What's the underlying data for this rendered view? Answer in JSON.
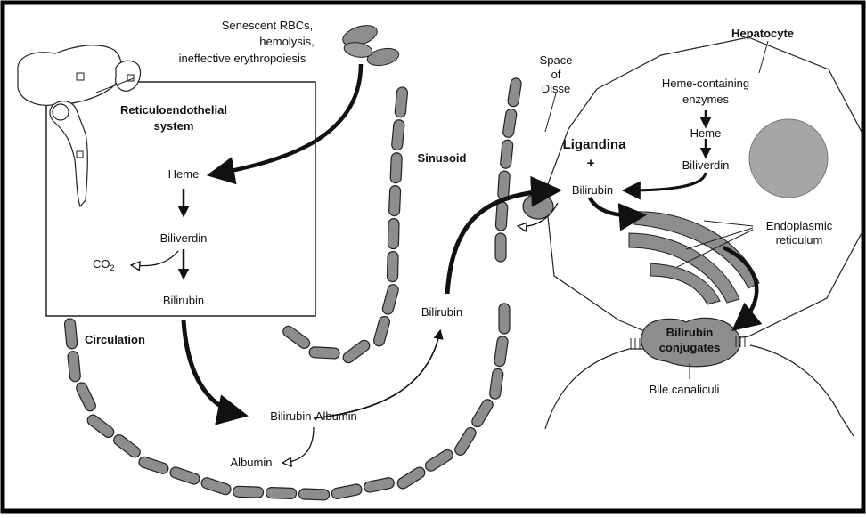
{
  "labels": {
    "senescent": [
      "Senescent RBCs,",
      "hemolysis,",
      "ineffective erythropoiesis"
    ],
    "reticuloendothelial": [
      "Reticuloendothelial",
      "system"
    ],
    "heme_left": "Heme",
    "biliverdin_left": "Biliverdin",
    "co2": "CO",
    "co2_sub": "2",
    "bilirubin_left": "Bilirubin",
    "circulation": "Circulation",
    "bilirubin_albumin": "Bilirubin-Albumin",
    "albumin": "Albumin",
    "sinusoid": "Sinusoid",
    "bilirubin_mid": "Bilirubin",
    "space_of_disse": [
      "Space",
      "of",
      "Disse"
    ],
    "hepatocyte": "Hepatocyte",
    "heme_enzymes": [
      "Heme-containing",
      "enzymes"
    ],
    "heme_right": "Heme",
    "biliverdin_right": "Biliverdin",
    "ligandina": "Ligandina",
    "plus": "+",
    "bilirubin_right": "Bilirubin",
    "endoplasmic": [
      "Endoplasmic",
      "reticulum"
    ],
    "bilirubin_conjugates": [
      "Bilirubin",
      "conjugates"
    ],
    "bile_canaliculi": "Bile canaliculi"
  },
  "colors": {
    "cell_fill": "#8d8d8d",
    "nucleus_fill": "#a6a6a6",
    "line": "#111111",
    "frame": "#000000"
  }
}
